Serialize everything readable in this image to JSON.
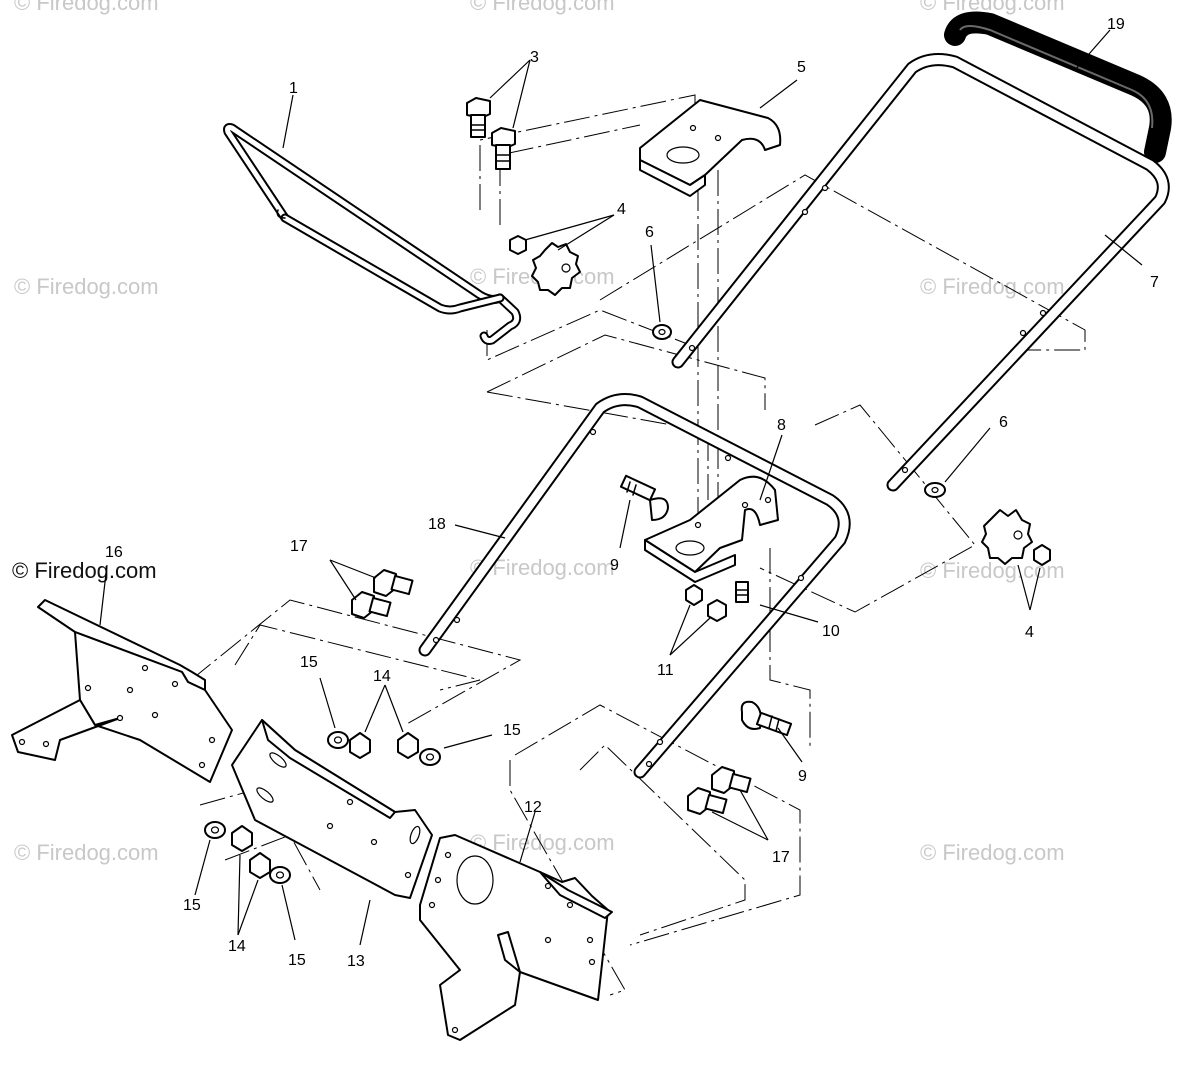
{
  "watermark": {
    "text": "© Firedog.com",
    "color": "#c8c8c8",
    "main_color": "#111111"
  },
  "callouts": {
    "c1": "1",
    "c3": "3",
    "c4a": "4",
    "c4b": "4",
    "c5": "5",
    "c6a": "6",
    "c6b": "6",
    "c7": "7",
    "c8": "8",
    "c9a": "9",
    "c9b": "9",
    "c10": "10",
    "c11": "11",
    "c12": "12",
    "c13": "13",
    "c14a": "14",
    "c14b": "14",
    "c15a": "15",
    "c15b": "15",
    "c15c": "15",
    "c15d": "15",
    "c16": "16",
    "c17a": "17",
    "c17b": "17",
    "c18": "18",
    "c19": "19"
  }
}
